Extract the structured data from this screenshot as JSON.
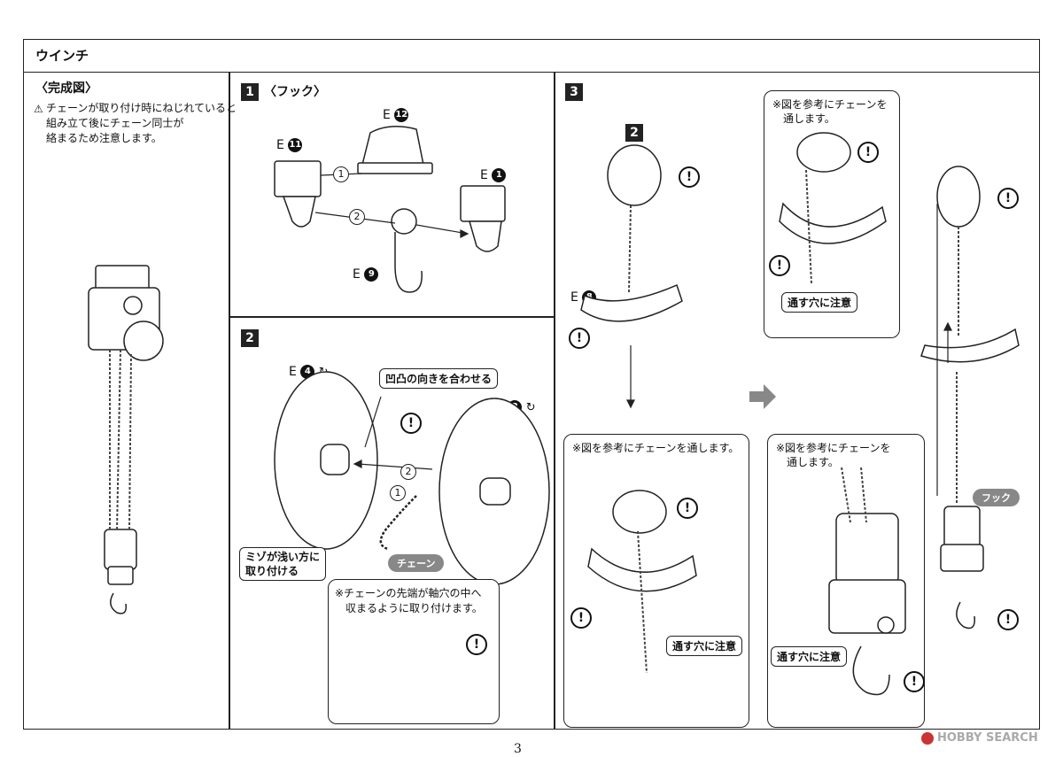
{
  "section_title": "ウインチ",
  "completed": {
    "heading": "〈完成図〉",
    "warning_icon": "warning-triangle-icon",
    "note_lines": [
      "チェーンが取り付け時にねじれていると",
      "組み立て後にチェーン同士が",
      "絡まるため注意します。"
    ]
  },
  "step1": {
    "number": "1",
    "title": "〈フック〉",
    "parts": {
      "e12": {
        "letter": "E",
        "num": "12"
      },
      "e11": {
        "letter": "E",
        "num": "11"
      },
      "e1": {
        "letter": "E",
        "num": "1"
      },
      "e9": {
        "letter": "E",
        "num": "9"
      }
    },
    "order_labels": [
      "1",
      "2"
    ]
  },
  "step2": {
    "number": "2",
    "parts": {
      "e4": {
        "letter": "E",
        "num": "4"
      },
      "e2": {
        "letter": "E",
        "num": "2"
      }
    },
    "callout_align": "凹凸の向きを合わせる",
    "callout_groove_lines": [
      "ミゾが浅い方に",
      "取り付ける"
    ],
    "chain_label": "チェーン",
    "order_labels": [
      "1",
      "2"
    ],
    "note_lines": [
      "※チェーンの先端が軸穴の中へ",
      "収まるように取り付けます。"
    ]
  },
  "step3": {
    "number": "3",
    "ref_step": "2",
    "parts": {
      "e8": {
        "letter": "E",
        "num": "8"
      }
    },
    "note_chain": "※図を参考にチェーンを通します。",
    "hole_note": "通す穴に注意",
    "right_note_lines": [
      "※図を参考にチェーンを",
      "通します。"
    ],
    "hook_label": "フック"
  },
  "page_number": "3",
  "watermark": "HOBBY SEARCH"
}
